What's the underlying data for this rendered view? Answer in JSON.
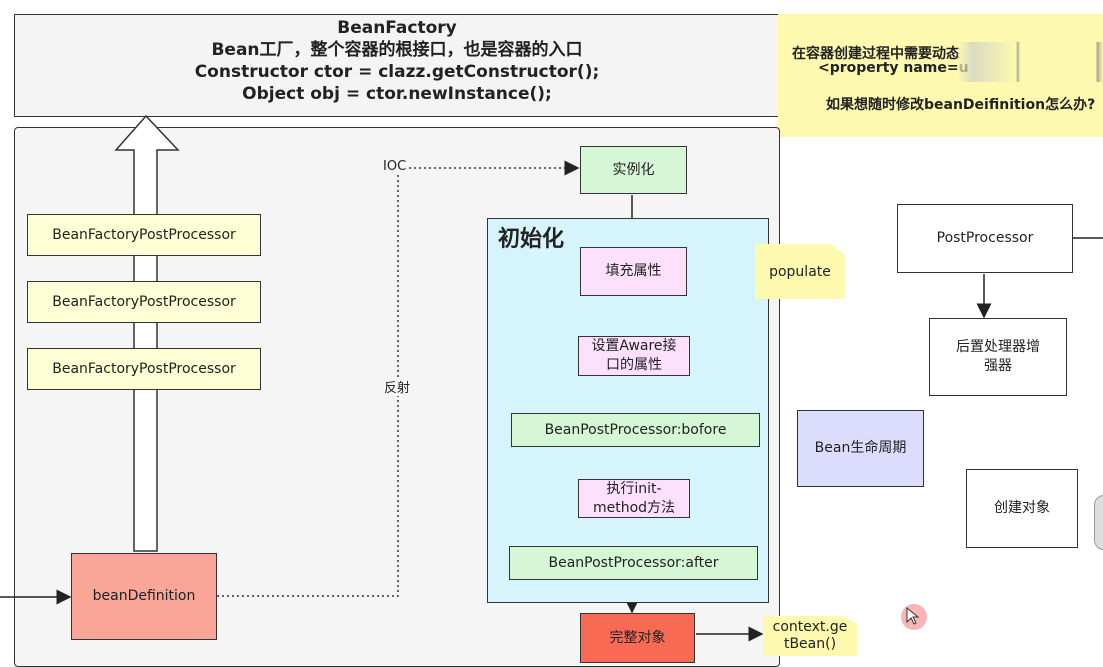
{
  "header": {
    "title": "BeanFactory",
    "lines": [
      "Bean工厂，整个容器的根接口，也是容器的入口",
      "Constructor ctor = clazz.getConstructor();",
      "Object obj  = ctor.newInstance();"
    ]
  },
  "top_note": {
    "line1": "在容器创建过程中需要动态",
    "line2": "<property name=u",
    "question": "如果想随时修改beanDeifinition怎么办?"
  },
  "left": {
    "post_processors": [
      "BeanFactoryPostProcessor",
      "BeanFactoryPostProcessor",
      "BeanFactoryPostProcessor"
    ],
    "bean_definition": "beanDefinition",
    "ioc_label": "IOC",
    "reflection_label": "反射"
  },
  "flow": {
    "instantiate": "实例化",
    "init_group_title": "初始化",
    "populate_props": "填充属性",
    "populate_note": "populate",
    "aware": "设置Aware接口的属性",
    "bpp_before": "BeanPostProcessor:bofore",
    "init_method": "执行init-method方法",
    "bpp_after": "BeanPostProcessor:after",
    "complete": "完整对象",
    "getbean_note": "context.getBean()"
  },
  "right": {
    "post_processor": "PostProcessor",
    "enhancer": "后置处理器增强器",
    "lifecycle": "Bean生命周期",
    "create_object": "创建对象"
  },
  "colors": {
    "note_yellow": "#fdfab0",
    "bfpp_fill": "#ffffd6",
    "bean_def_fill": "#f9a597",
    "green_fill": "#d5f7d5",
    "pink_fill": "#fde0fc",
    "init_group_fill": "#d6f4fc",
    "complete_fill": "#f96a55",
    "lifecycle_fill": "#dcdcfc"
  }
}
